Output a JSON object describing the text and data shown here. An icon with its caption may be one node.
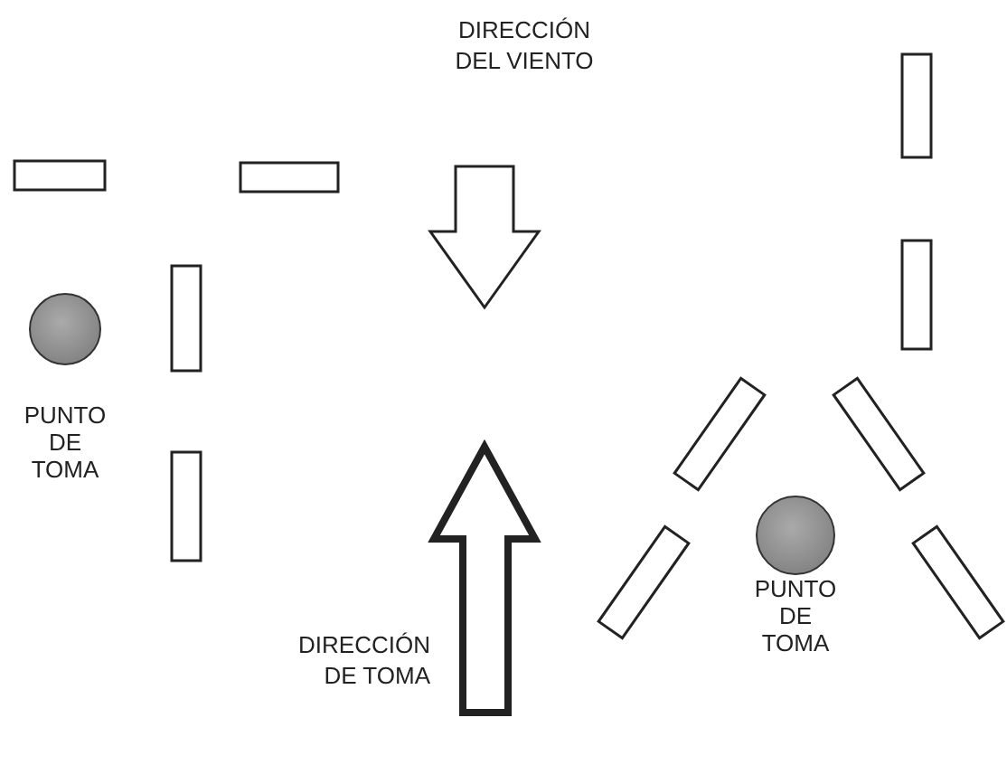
{
  "diagram": {
    "nodes": [
      {
        "text": [],
        "shape": "circle",
        "beside": [
          "PUNTO DE TOMA"
        ]
      },
      {
        "text": [],
        "shape": "circle",
        "beside": [
          "PUNTO DE TOMA"
        ]
      }
    ],
    "labels": [
      "DIRECCIÓN DEL VIENTO",
      "DIRECCIÓN DE TOMA"
    ]
  }
}
